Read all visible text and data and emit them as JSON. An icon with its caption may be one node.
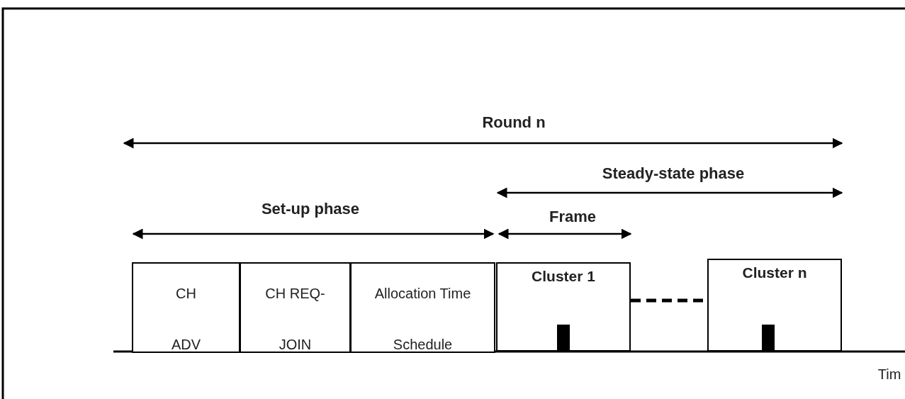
{
  "diagram": {
    "nodes": [
      {
        "text": [
          "CH ADV"
        ]
      },
      {
        "text": [
          "CH REQ-JOIN"
        ]
      },
      {
        "text": [
          "Allocation Time Schedule"
        ]
      },
      {
        "text": [
          "Cluster 1"
        ]
      },
      {
        "text": [
          "Cluster n"
        ]
      }
    ],
    "edges": [
      {
        "from": 3,
        "to": 4,
        "arrow": "none",
        "style": "dashed"
      }
    ],
    "labels": [
      "Round n",
      "Steady-state phase",
      "Set-up phase",
      "Frame",
      "Tim"
    ]
  }
}
